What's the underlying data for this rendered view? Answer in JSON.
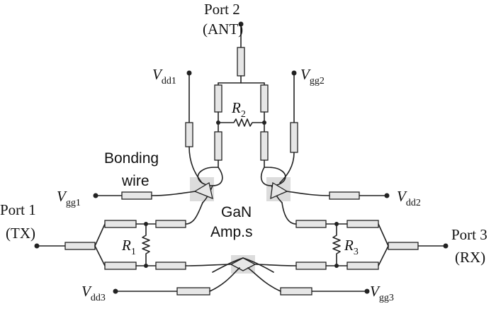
{
  "diagram": {
    "port2": {
      "name": "Port 2",
      "role": "(ANT)"
    },
    "port1": {
      "name": "Port 1",
      "role": "(TX)"
    },
    "port3": {
      "name": "Port 3",
      "role": "(RX)"
    },
    "vdd1": {
      "main": "V",
      "sub": "dd1"
    },
    "vgg2": {
      "main": "V",
      "sub": "gg2"
    },
    "vgg1": {
      "main": "V",
      "sub": "gg1"
    },
    "vdd2": {
      "main": "V",
      "sub": "dd2"
    },
    "vdd3": {
      "main": "V",
      "sub": "dd3"
    },
    "vgg3": {
      "main": "V",
      "sub": "gg3"
    },
    "r1": {
      "main": "R",
      "sub": "1"
    },
    "r2": {
      "main": "R",
      "sub": "2"
    },
    "r3": {
      "main": "R",
      "sub": "3"
    },
    "bonding_line1": "Bonding",
    "bonding_line2": "wire",
    "gan_line1": "GaN",
    "gan_line2": "Amp.s"
  }
}
